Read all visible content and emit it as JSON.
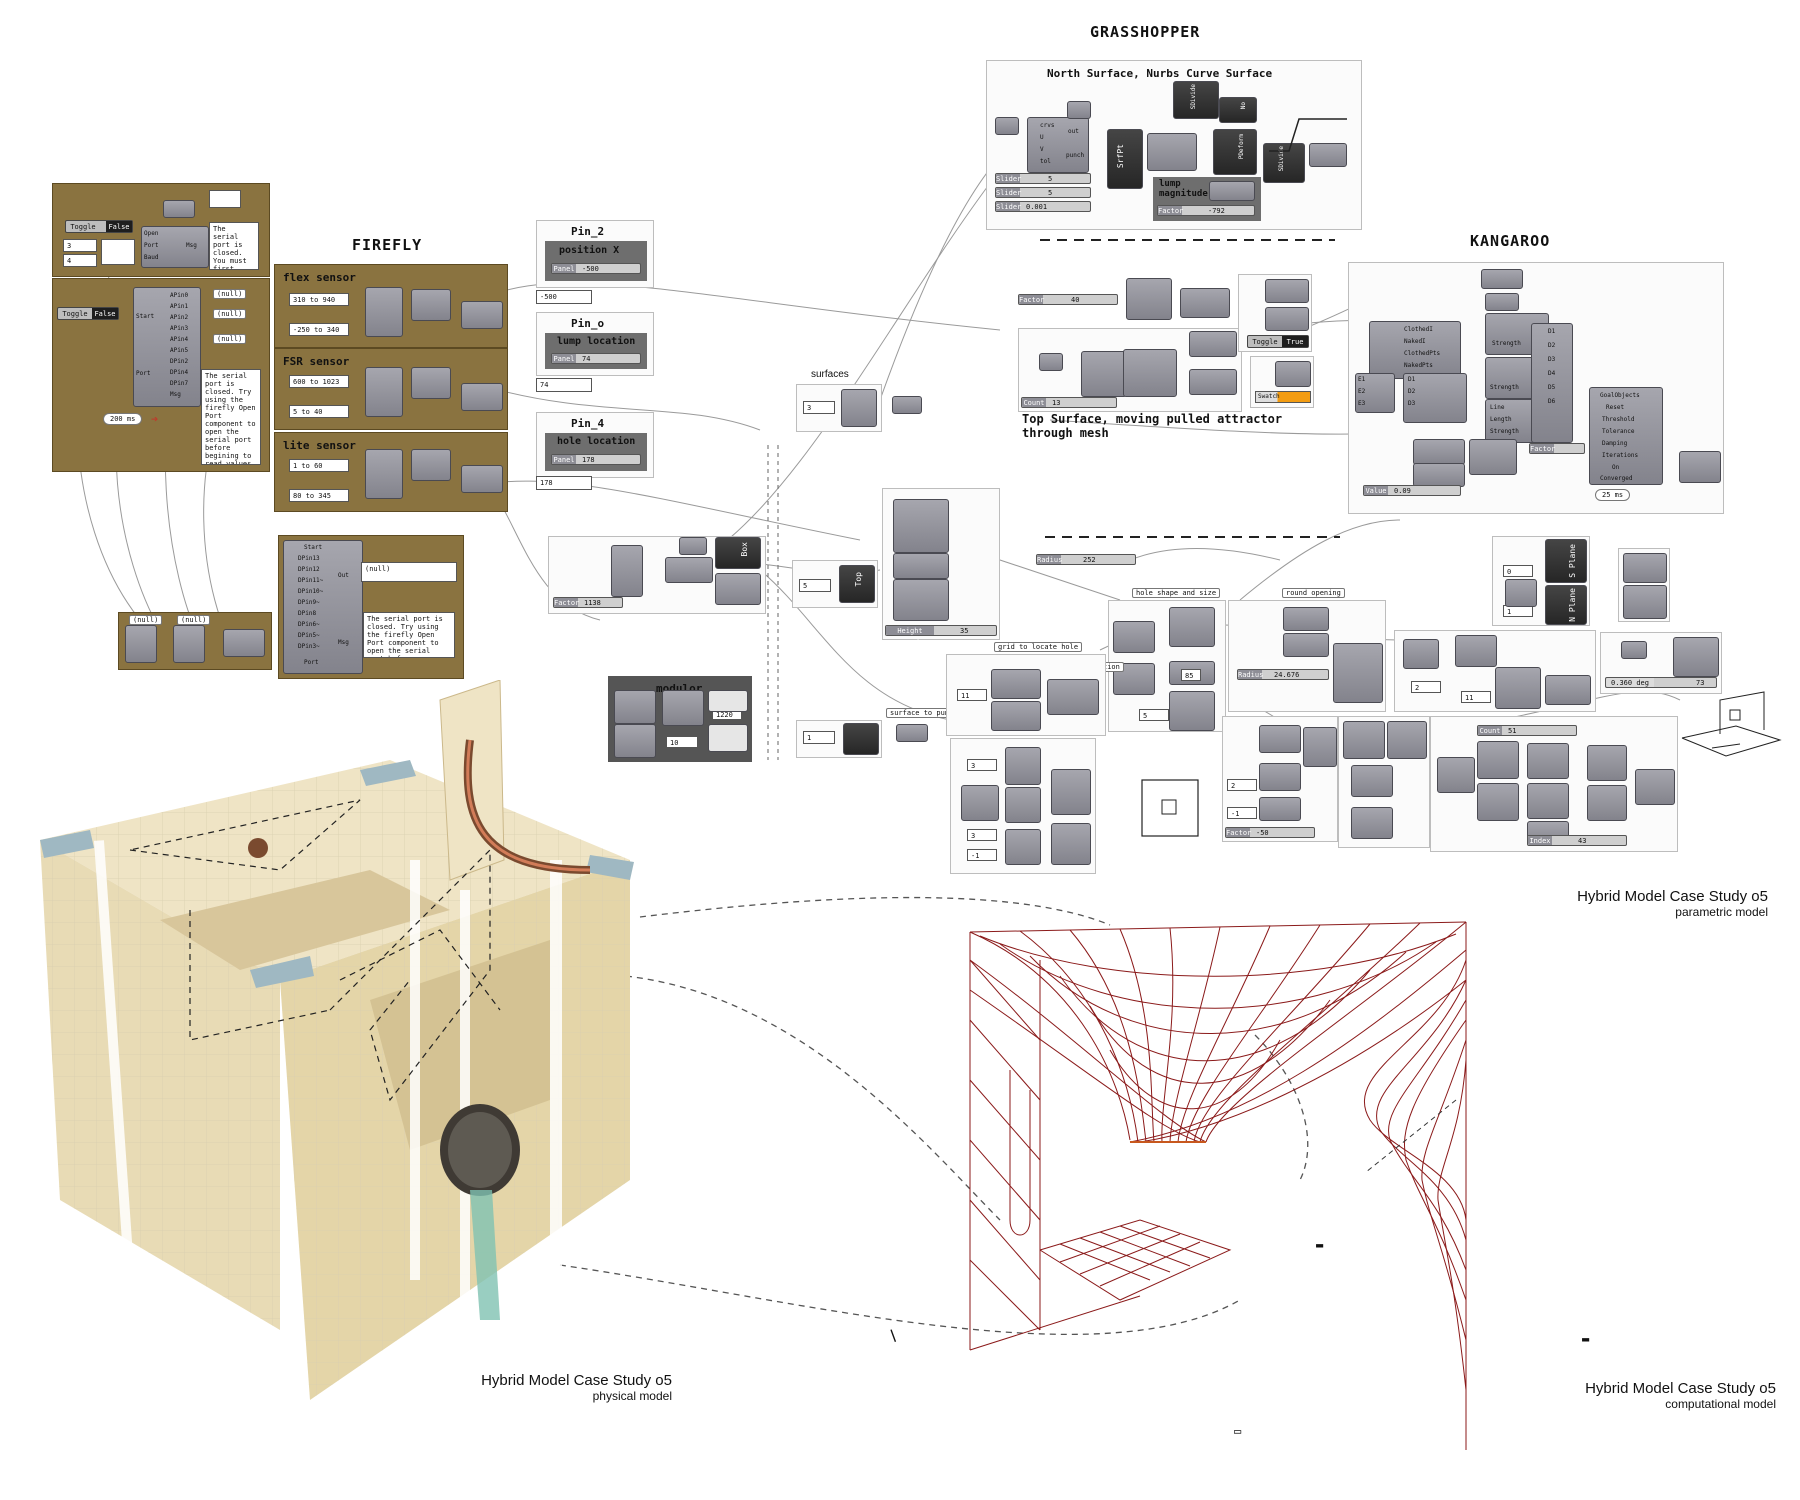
{
  "headings": {
    "firefly": "FIREFLY",
    "grasshopper": "GRASSHOPPER",
    "kangaroo": "KANGAROO"
  },
  "firefly": {
    "serial_panel_open": "The serial port is closed. You must first open the serial port",
    "serial_panel_read": "The serial port is closed. Try using the firefly Open Port component to open the serial port before begining to read values from the Arduino.",
    "serial_panel_write": "The serial port is closed. Try using the firefly Open Port component to open the serial port before begining to write values from the Arduino.",
    "toggle_label": "Toggle",
    "toggle_state": "False",
    "open_ports": [
      "Open",
      "Port",
      "Baud"
    ],
    "port_values": [
      "3",
      "4"
    ],
    "read_ports": [
      "Start",
      "Port"
    ],
    "read_outputs": [
      "APin0",
      "APin1",
      "APin2",
      "APin3",
      "APin4",
      "APin5",
      "DPin2",
      "DPin4",
      "DPin7",
      "Msg"
    ],
    "write_inputs": [
      "Start",
      "DPin13",
      "DPin12",
      "DPin11~",
      "DPin10~",
      "DPin9~",
      "DPin8",
      "DPin6~",
      "DPin5~",
      "DPin3~",
      "Port"
    ],
    "write_outputs": [
      "Out",
      "Msg"
    ],
    "timer": "200 ms",
    "null_tag": "(null)",
    "sensors": [
      {
        "title": "flex sensor",
        "range1": "310 to 940",
        "range2": "-250 to 340"
      },
      {
        "title": "FSR sensor",
        "range1": "600 to 1023",
        "range2": "5 to 40"
      },
      {
        "title": "lite sensor",
        "range1": "1 to 60",
        "range2": "80 to 345"
      }
    ]
  },
  "pins": [
    {
      "title": "Pin_2",
      "sub": "position X",
      "slider_label": "Panel",
      "slider_value": "-500"
    },
    {
      "title": "Pin_o",
      "sub": "lump location",
      "slider_label": "Panel",
      "slider_value": "74"
    },
    {
      "title": "Pin_4",
      "sub": "hole location",
      "slider_label": "Panel",
      "slider_value": "178"
    }
  ],
  "pin_outputs": [
    "-500",
    "74",
    "178"
  ],
  "grasshopper": {
    "north_title": "North Surface, Nurbs Curve Surface",
    "sliders": [
      {
        "label": "Slider",
        "value": "5"
      },
      {
        "label": "Slider",
        "value": "5"
      },
      {
        "label": "Slider",
        "value": "0.001"
      }
    ],
    "lump_title": "lump magnitude",
    "lump_factor_label": "Factor",
    "lump_factor_value": "-792",
    "comp_labels": [
      "SDivide",
      "No",
      "SrfPt",
      "PDeform",
      "SDivide"
    ],
    "cv_ports": [
      "crvs",
      "U",
      "V",
      "tol",
      "out",
      "punch"
    ],
    "surfaces_label": "surfaces",
    "surfaces_input": "3",
    "top_input": "5",
    "s_input": "1",
    "top_label": "Top",
    "box_label": "Box",
    "factor_label": "Factor",
    "factor_value": "1138",
    "modulor_label": "modulor",
    "modulor_value": "10",
    "modulor_value2": "1220",
    "height_count_label": "Height count",
    "height_count_value": "35",
    "surface_to_punch": "surface to punch",
    "top_surface_note": "Top Surface, moving pulled attractor through mesh",
    "factor_top_label": "Factor",
    "factor_top_value": "40",
    "count_label": "Count",
    "count_value": "13",
    "toggle_label": "Toggle",
    "toggle_state": "True",
    "swatch_label": "Swatch",
    "radius_label": "Radius",
    "radius_value": "252",
    "hole_shape": "hole shape and size",
    "round_opening": "round opening",
    "radius2_label": "Radius",
    "radius2_value": "24.676",
    "grid_locate": "grid to locate hole",
    "grid_hole": "grid hole location",
    "values_misc": [
      "11",
      "85",
      "5",
      "3",
      "3",
      "11",
      "2",
      "0",
      "2",
      "-1",
      "0",
      "1"
    ],
    "factor_bottom_label": "Factor",
    "factor_bottom_value": "-50",
    "count_bottom_label": "Count",
    "count_bottom_value": "51",
    "index_label": "Index",
    "index_value": "43",
    "deg_value": "0.360 deg",
    "deg_value2": "73",
    "plane_labels": [
      "S Plane",
      "N Plane"
    ]
  },
  "kangaroo": {
    "cloth_ports": [
      "ClothedI",
      "NakedI",
      "ClothedPts",
      "NakedPts"
    ],
    "spring_ports": [
      "Strength",
      "Line",
      "Length",
      "Strength"
    ],
    "solver_inputs": [
      "GoalObjects",
      "Reset",
      "Threshold",
      "Tolerance",
      "Damping",
      "Iterations",
      "On"
    ],
    "solver_status": "Converged",
    "d_ports": [
      "D1",
      "D2",
      "D3",
      "D4",
      "D5",
      "D6"
    ],
    "e_ports": [
      "E1",
      "E2",
      "E3"
    ],
    "value_label": "Value",
    "value": "0.09",
    "factor_label": "Factor",
    "timer": "25 ms"
  },
  "captions": [
    {
      "line1": "Hybrid Model Case Study o5",
      "line2": "parametric model"
    },
    {
      "line1": "Hybrid Model Case Study o5",
      "line2": "physical model"
    },
    {
      "line1": "Hybrid Model Case Study o5",
      "line2": "computational model"
    }
  ],
  "colors": {
    "firefly_group": "#8a7340",
    "mesh": "#8b1a1a",
    "dashed_link": "#555555"
  }
}
